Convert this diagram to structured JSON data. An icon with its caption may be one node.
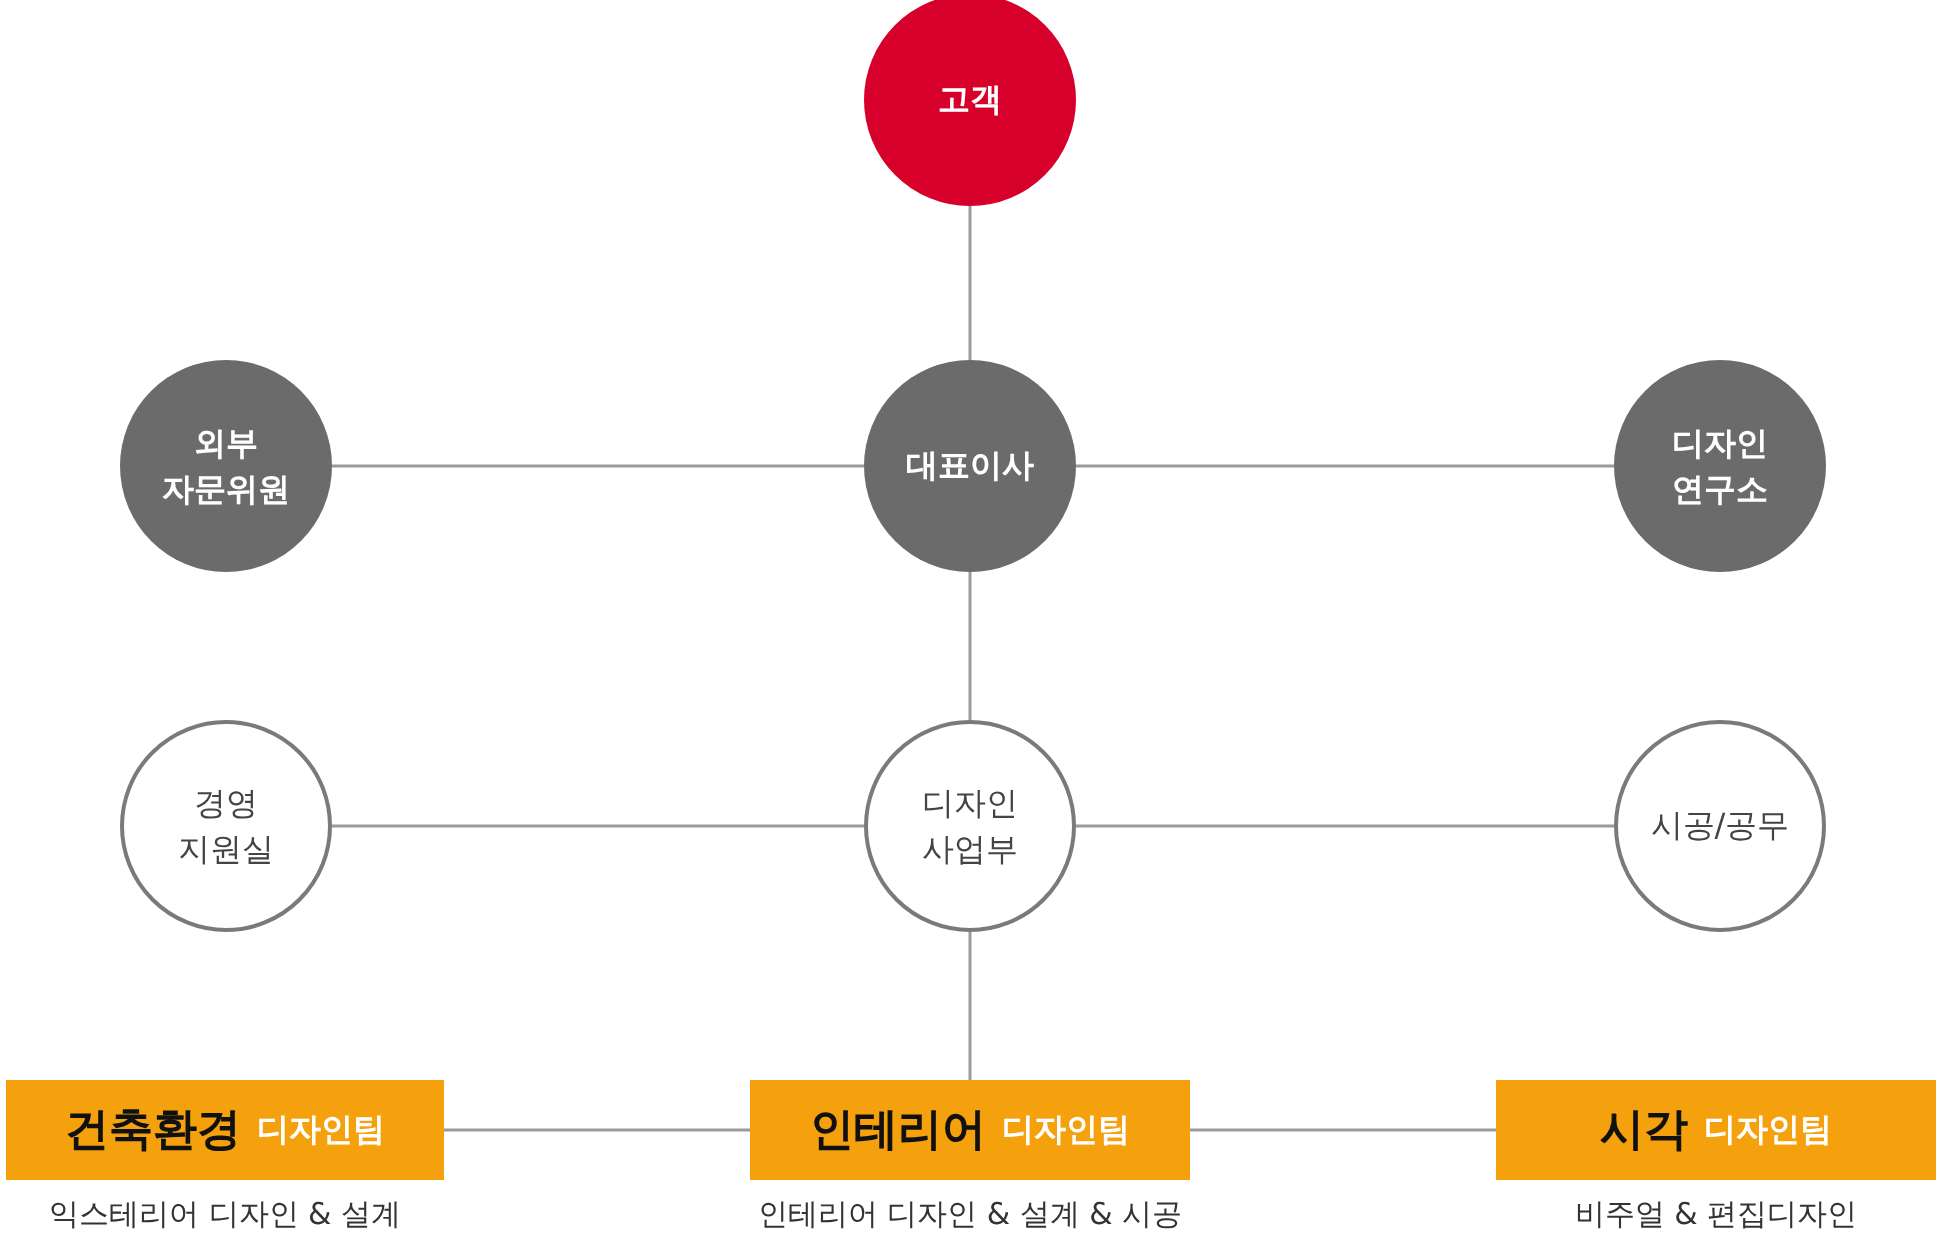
{
  "diagram": {
    "nodes": [
      {
        "text": [
          "고객"
        ]
      },
      {
        "text": [
          "외부 자문위원"
        ]
      },
      {
        "text": [
          "대표이사"
        ]
      },
      {
        "text": [
          "디자인 연구소"
        ]
      },
      {
        "text": [
          "경영 지원실"
        ]
      },
      {
        "text": [
          "디자인 사업부"
        ]
      },
      {
        "text": [
          "시공/공무"
        ]
      },
      {
        "text": [
          "건축환경",
          "디자인팀"
        ],
        "beside": [
          "익스테리어 디자인 & 설계"
        ]
      },
      {
        "text": [
          "인테리어",
          "디자인팀"
        ],
        "beside": [
          "인테리어 디자인 & 설계 & 시공"
        ]
      },
      {
        "text": [
          "시각",
          "디자인팀"
        ],
        "beside": [
          "비주얼 & 편집디자인"
        ]
      }
    ],
    "edges": [
      {
        "from": 0,
        "to": 2,
        "arrow": "none"
      },
      {
        "from": 1,
        "to": 2,
        "arrow": "none"
      },
      {
        "from": 2,
        "to": 3,
        "arrow": "none"
      },
      {
        "from": 2,
        "to": 5,
        "arrow": "none"
      },
      {
        "from": 4,
        "to": 5,
        "arrow": "none"
      },
      {
        "from": 5,
        "to": 6,
        "arrow": "none"
      },
      {
        "from": 5,
        "to": 8,
        "arrow": "none"
      },
      {
        "from": 7,
        "to": 8,
        "arrow": "none"
      },
      {
        "from": 8,
        "to": 9,
        "arrow": "none"
      }
    ]
  }
}
